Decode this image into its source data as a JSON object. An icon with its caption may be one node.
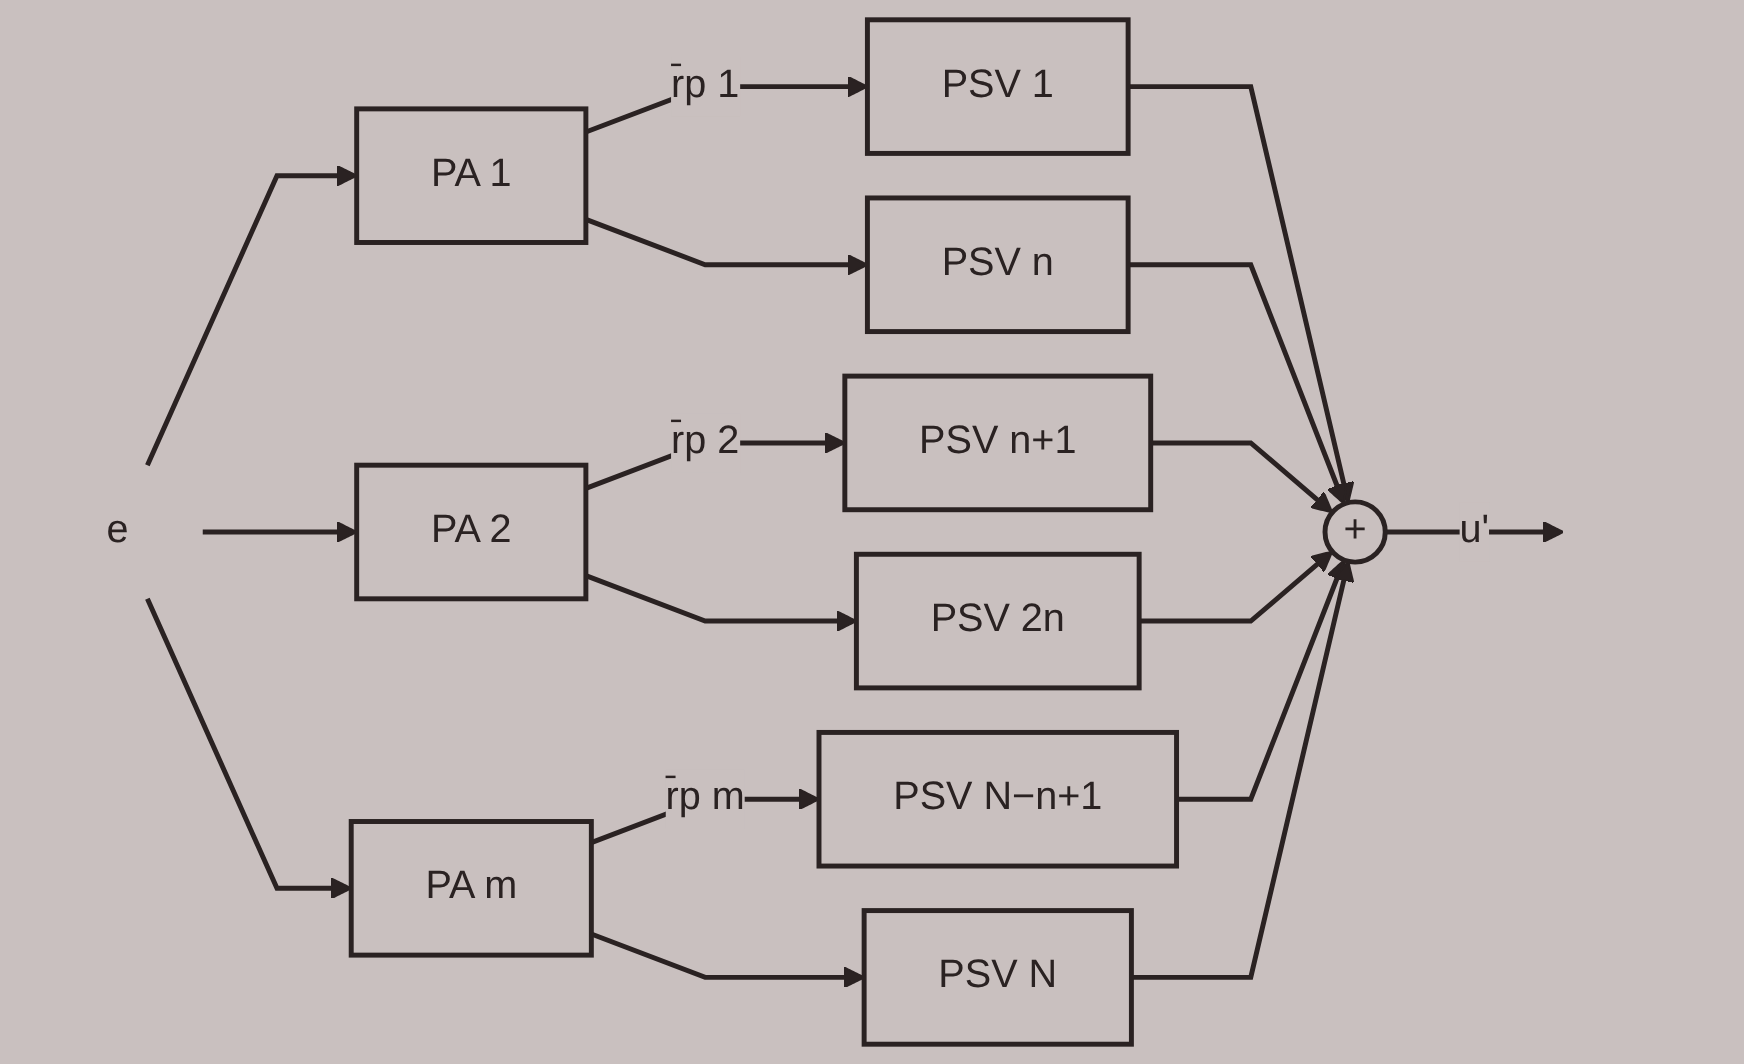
{
  "diagram": {
    "nodes": [
      {
        "text": [
          "e"
        ]
      },
      {
        "text": [
          "PA 1"
        ]
      },
      {
        "text": [
          "PA 2"
        ]
      },
      {
        "text": [
          "PA m"
        ]
      },
      {
        "text": [
          "PSV 1"
        ]
      },
      {
        "text": [
          "PSV n"
        ]
      },
      {
        "text": [
          "PSV n+1"
        ]
      },
      {
        "text": [
          "PSV 2n"
        ]
      },
      {
        "text": [
          "PSV N−n+1"
        ]
      },
      {
        "text": [
          "PSV N"
        ]
      },
      {
        "text": [
          "+"
        ]
      }
    ],
    "edges": [
      {
        "from": 0,
        "to": 1,
        "arrow": "to"
      },
      {
        "from": 0,
        "to": 2,
        "arrow": "to"
      },
      {
        "from": 0,
        "to": 3,
        "arrow": "to"
      },
      {
        "from": 1,
        "to": 4,
        "arrow": "to",
        "label": "r̄p 1"
      },
      {
        "from": 1,
        "to": 5,
        "arrow": "to"
      },
      {
        "from": 2,
        "to": 6,
        "arrow": "to",
        "label": "r̄p 2"
      },
      {
        "from": 2,
        "to": 7,
        "arrow": "to"
      },
      {
        "from": 3,
        "to": 8,
        "arrow": "to",
        "label": "r̄p m"
      },
      {
        "from": 3,
        "to": 9,
        "arrow": "to"
      },
      {
        "from": 4,
        "to": 10,
        "arrow": "to"
      },
      {
        "from": 5,
        "to": 10,
        "arrow": "to"
      },
      {
        "from": 6,
        "to": 10,
        "arrow": "to"
      },
      {
        "from": 7,
        "to": 10,
        "arrow": "to"
      },
      {
        "from": 8,
        "to": 10,
        "arrow": "to"
      },
      {
        "from": 9,
        "to": 10,
        "arrow": "to"
      },
      {
        "from": 10,
        "to": null,
        "arrow": "to",
        "label": "u'"
      }
    ]
  }
}
